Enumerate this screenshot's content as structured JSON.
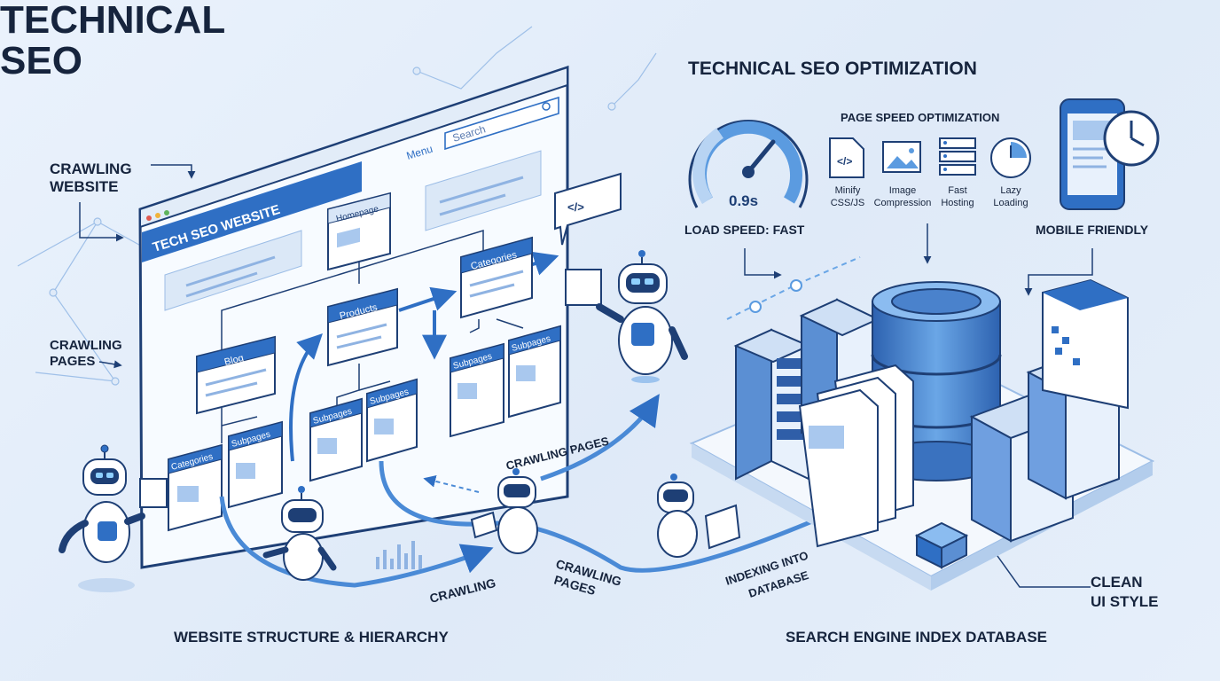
{
  "title": {
    "line1": "TECHNICAL",
    "line2": "SEO"
  },
  "labels": {
    "crawling_website": [
      "CRAWLING",
      "WEBSITE"
    ],
    "crawling_pages_left": [
      "CRAWLING",
      "PAGES"
    ],
    "website_structure": "WEBSITE STRUCTURE & HIERARCHY",
    "search_engine_index": "SEARCH ENGINE INDEX DATABASE",
    "technical_seo_optimization": "TECHNICAL SEO OPTIMIZATION",
    "page_speed_optimization": "PAGE SPEED OPTIMIZATION",
    "load_speed": "LOAD SPEED: FAST",
    "speed_value": "0.9s",
    "mobile_friendly": "MOBILE FRIENDLY",
    "clean_ui": [
      "CLEAN",
      "UI STYLE"
    ],
    "crawling_path": "CRAWLING",
    "crawling_pages_path": "CRAWLING PAGES",
    "crawling_pages_bottom": [
      "CRAWLING",
      "PAGES"
    ],
    "indexing": [
      "INDEXING INTO",
      "DATABASE"
    ]
  },
  "website": {
    "title": "TECH SEO WEBSITE",
    "menu": "Menu",
    "search_placeholder": "Search",
    "nodes": {
      "homepage": "Homepage",
      "products": "Products",
      "categories_top": "Categories",
      "blog": "Blog",
      "categories_bottom": "Categories",
      "subpages_left": "Subpages",
      "subpages_mid1": "Subpages",
      "subpages_mid2": "Subpages",
      "subpages_right1": "Subpages",
      "subpages_right2": "Subpages"
    },
    "code_tag": "</>"
  },
  "speed_items": [
    {
      "label": [
        "Minify",
        "CSS/JS"
      ],
      "icon": "code-file-icon"
    },
    {
      "label": [
        "Image",
        "Compression"
      ],
      "icon": "image-icon"
    },
    {
      "label": [
        "Fast",
        "Hosting"
      ],
      "icon": "server-icon"
    },
    {
      "label": [
        "Lazy",
        "Loading"
      ],
      "icon": "clock-icon"
    }
  ],
  "colors": {
    "accent": "#2f6fc4",
    "accent_light": "#5b9be0",
    "line": "#1e3f75",
    "panel": "#ffffff",
    "bg": "#e3edf9"
  }
}
